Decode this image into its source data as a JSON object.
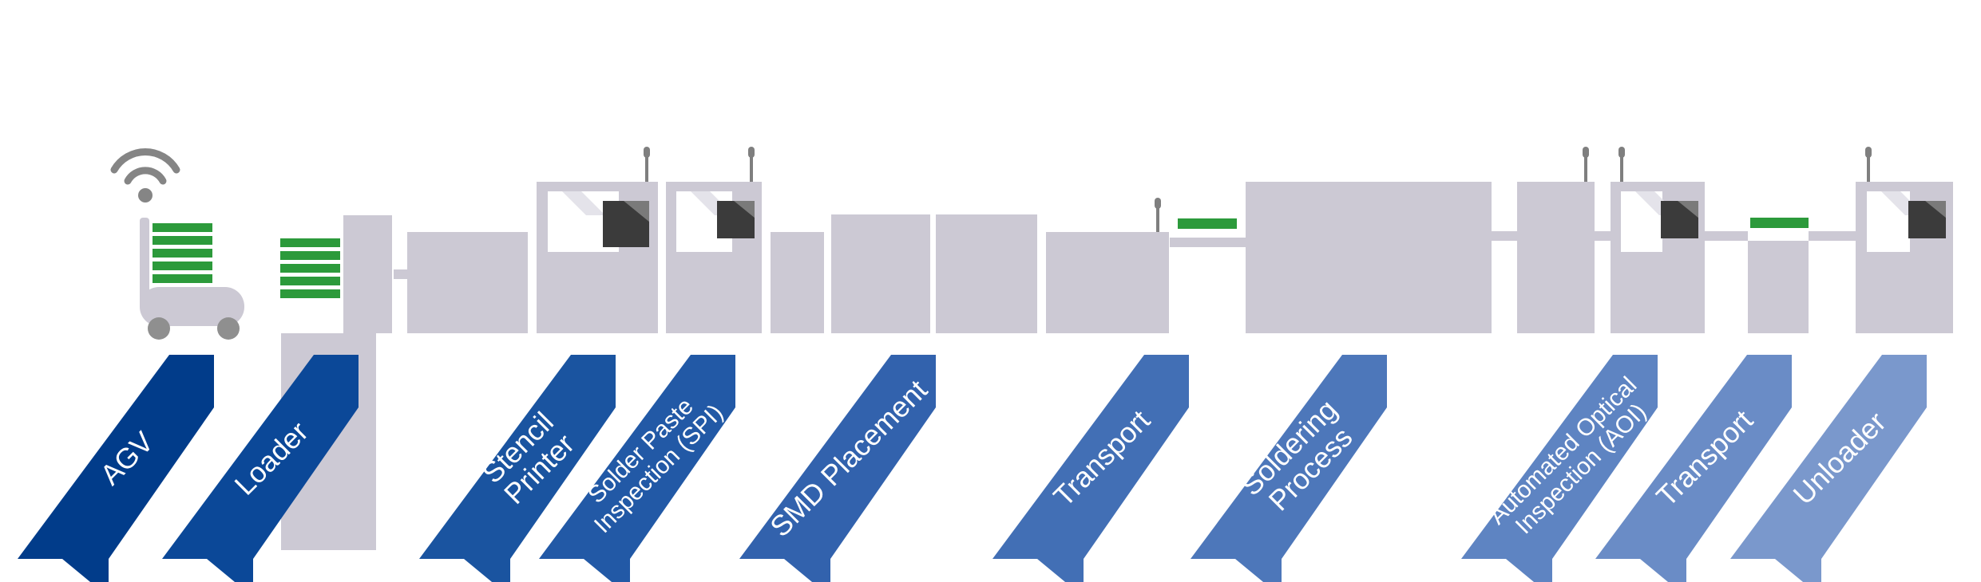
{
  "colors": {
    "machine": "#ccc9d4",
    "board": "#2c9a3b",
    "screen": "#3b3b3b",
    "screen_glare": "#7a7a7a",
    "wifi": "#858585",
    "antenna": "#7f7f7f",
    "wheel": "#8f8f8f",
    "window": "#ffffff"
  },
  "icons": {
    "wifi": "wifi-icon",
    "screen": "monitor-icon",
    "antenna": "antenna-icon"
  },
  "stations": [
    {
      "id": "agv",
      "lines": [
        "AGV"
      ],
      "color": "#013c8a"
    },
    {
      "id": "loader",
      "lines": [
        "Loader"
      ],
      "color": "#0b4898"
    },
    {
      "id": "stencil-printer",
      "lines": [
        "Stencil",
        "Printer"
      ],
      "color": "#1a54a0"
    },
    {
      "id": "spi",
      "lines": [
        "Solder Paste",
        "Inspection (SPI)"
      ],
      "color": "#2259a6"
    },
    {
      "id": "smd-placement",
      "lines": [
        "SMD Placement"
      ],
      "color": "#3262ad"
    },
    {
      "id": "transport-1",
      "lines": [
        "Transport"
      ],
      "color": "#426fb5"
    },
    {
      "id": "soldering-process",
      "lines": [
        "Soldering",
        "Process"
      ],
      "color": "#4d77ba"
    },
    {
      "id": "aoi",
      "lines": [
        "Automated Optical",
        "Inspection (AOI)"
      ],
      "color": "#5e84c2"
    },
    {
      "id": "transport-2",
      "lines": [
        "Transport"
      ],
      "color": "#6a8cc6"
    },
    {
      "id": "unloader",
      "lines": [
        "Unloader"
      ],
      "color": "#7a98cc"
    }
  ]
}
